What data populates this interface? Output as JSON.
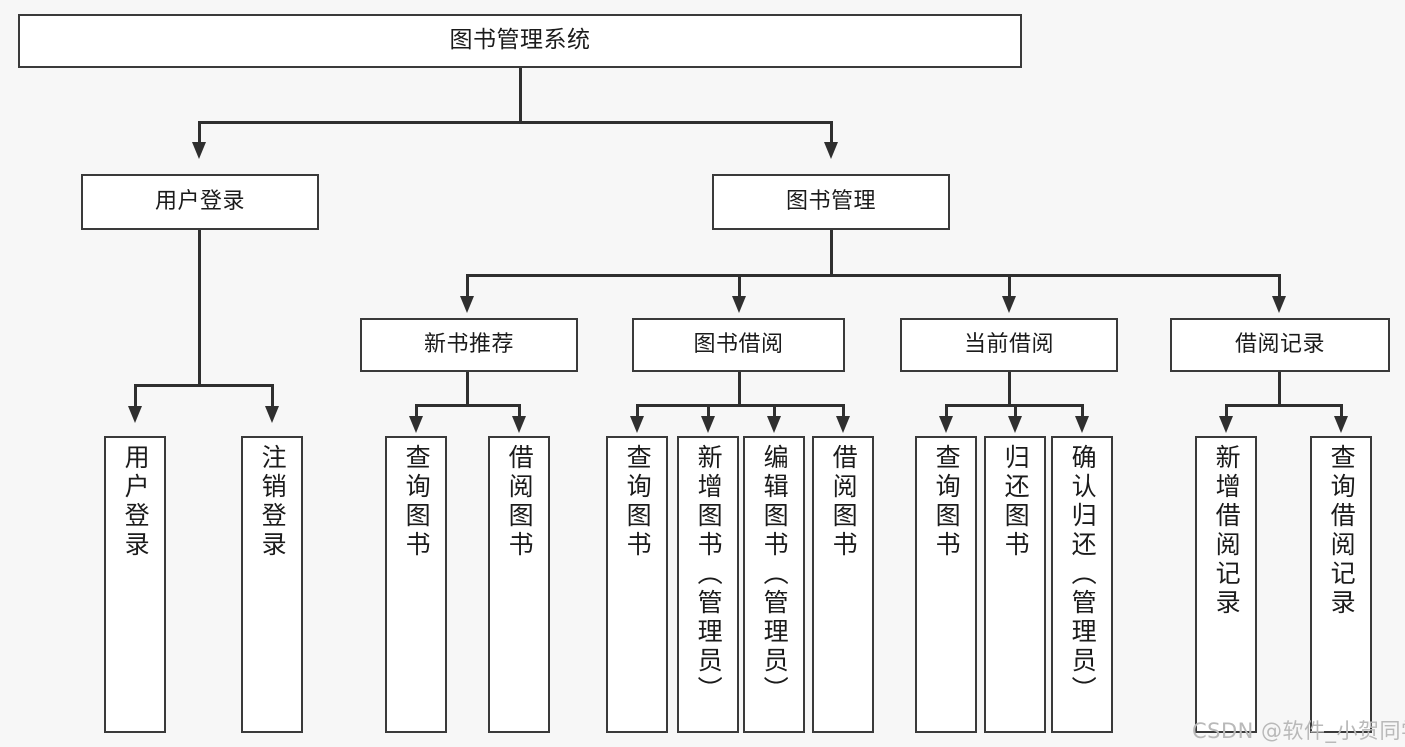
{
  "diagram": {
    "title": "图书管理系统",
    "type": "tree-hierarchy-diagram",
    "colors": {
      "background": "#f7f7f7",
      "node_fill": "#ffffff",
      "node_border": "#3a3a3a",
      "connector": "#2f2f2f",
      "text": "#1b1b1b",
      "watermark": "#b9b9b9"
    }
  },
  "root": {
    "label": "图书管理系统"
  },
  "level2": [
    {
      "id": "user-login",
      "label": "用户登录"
    },
    {
      "id": "book-management",
      "label": "图书管理"
    }
  ],
  "level3": [
    {
      "id": "new-book-recommend",
      "label": "新书推荐"
    },
    {
      "id": "book-borrow",
      "label": "图书借阅"
    },
    {
      "id": "current-borrow",
      "label": "当前借阅"
    },
    {
      "id": "borrow-record",
      "label": "借阅记录"
    }
  ],
  "leaves": {
    "user_login": [
      {
        "id": "leaf-user-login",
        "label": "用户登录"
      },
      {
        "id": "leaf-logout",
        "label": "注销登录"
      }
    ],
    "new_book_recommend": [
      {
        "id": "leaf-query-book-1",
        "label": "查询图书"
      },
      {
        "id": "leaf-borrow-book-1",
        "label": "借阅图书"
      }
    ],
    "book_borrow": [
      {
        "id": "leaf-query-book-2",
        "label": "查询图书"
      },
      {
        "id": "leaf-add-book",
        "label": "新增图书（管理员）"
      },
      {
        "id": "leaf-edit-book",
        "label": "编辑图书（管理员）"
      },
      {
        "id": "leaf-borrow-book-2",
        "label": "借阅图书"
      }
    ],
    "current_borrow": [
      {
        "id": "leaf-query-book-3",
        "label": "查询图书"
      },
      {
        "id": "leaf-return-book",
        "label": "归还图书"
      },
      {
        "id": "leaf-confirm-return",
        "label": "确认归还（管理员）"
      }
    ],
    "borrow_record": [
      {
        "id": "leaf-add-record",
        "label": "新增借阅记录"
      },
      {
        "id": "leaf-query-record",
        "label": "查询借阅记录"
      }
    ]
  },
  "watermark": {
    "text": "CSDN @软件_小贺同学"
  }
}
